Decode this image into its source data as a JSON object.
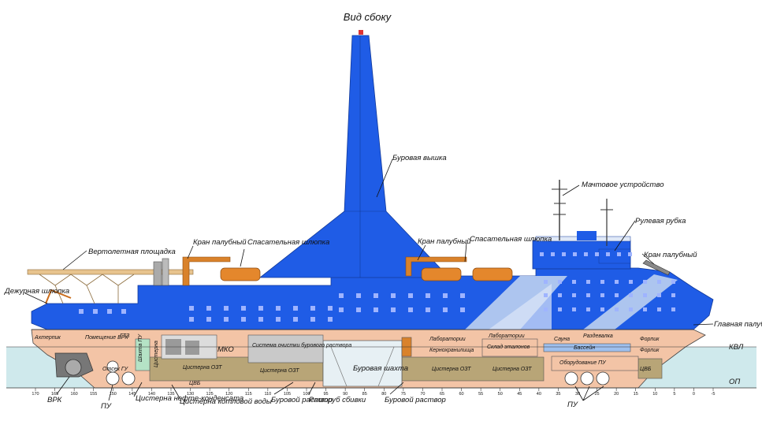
{
  "title": "Вид сбоку",
  "colors": {
    "hull_blue": "#1f5ce6",
    "light_blue": "#bcd0f0",
    "tank_olive": "#b8a577",
    "hold_pink": "#f3c4a6",
    "water": "#cfe9ec",
    "crane_orange": "#d9822b",
    "deck_tan": "#e8c48e"
  },
  "labels": {
    "derrick": "Буровая вышка",
    "mast": "Мачтовое устройство",
    "wheelhouse": "Рулевая рубка",
    "crane_right": "Кран палубный",
    "crane_mid": "Кран палубный",
    "crane_left": "Кран палубный",
    "lifeboat_mid": "Спасательная шлюпка",
    "lifeboat_right": "Спасательная шлюпка",
    "helipad": "Вертолетная площадка",
    "rescue_boat": "Дежурная шлюпка",
    "main_deck": "Главная палуба",
    "kvl": "КВЛ",
    "op": "ОП",
    "vrk": "ВРК",
    "pu_left": "ПУ",
    "pu_right": "ПУ",
    "oil_condensate_tank": "Цистерна нефте-конденсата",
    "boiler_water_tank": "Цистерна котловой воды",
    "drilling_mud_1": "Буровой раствор",
    "riser_socket": "Раструб сбивки",
    "drilling_mud_2": "Буровой раствор",
    "drilling_shaft": "Буровая шахта"
  },
  "compartments": {
    "aft": "Ахтерпик",
    "vrk_room": "Помещение ВРК",
    "gtz": "ГТЗ",
    "mko": "МКО",
    "mud_cleaning": "Система очистки бурового раствора",
    "labs_1": "Лаборатории",
    "labs_2": "Лаборатории",
    "core_store": "Кернохранилища",
    "standards_store": "Склад эталонов",
    "sauna": "Сауна",
    "changing": "Раздевалка",
    "pool": "Бассейн",
    "forepeak_1": "Форпик",
    "forepeak_2": "Форпик",
    "fuel_tank_1": "Цистерна ОЗТ",
    "fuel_tank_2": "Цистерна ОЗТ",
    "fuel_tank_3": "Цистерна ОЗТ",
    "fuel_tank_4": "Цистерна ОЗТ",
    "ballast_1": "ЦВБ",
    "ballast_2": "ЦВБ",
    "pu_equipment": "Оборудование ПУ",
    "aft_extra": "Отсек ГУ",
    "shaft_side": "Шахта ПУ",
    "tank_side": "Цистерна"
  },
  "frame_scale": [
    "170",
    "165",
    "160",
    "155",
    "150",
    "145",
    "140",
    "135",
    "130",
    "125",
    "120",
    "115",
    "110",
    "105",
    "100",
    "95",
    "90",
    "85",
    "80",
    "75",
    "70",
    "65",
    "60",
    "55",
    "50",
    "45",
    "40",
    "35",
    "30",
    "25",
    "20",
    "15",
    "10",
    "5",
    "0",
    "-5"
  ]
}
